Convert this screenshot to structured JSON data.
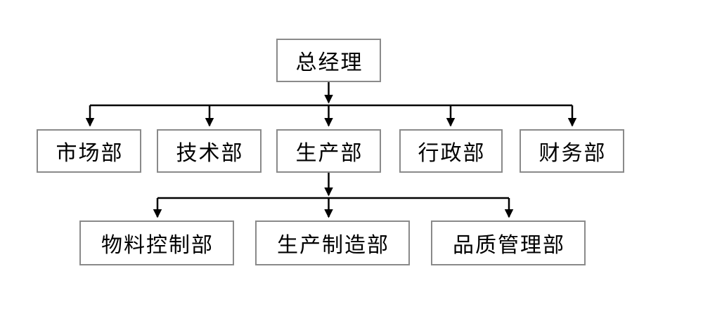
{
  "diagram": {
    "type": "org-chart",
    "colors": {
      "box_border": "#8a8a8a",
      "box_fill": "#ffffff",
      "text": "#000000",
      "line": "#000000",
      "background": "#ffffff"
    },
    "org": {
      "root": {
        "label": "总经理"
      },
      "departments": [
        {
          "label": "市场部",
          "parent": "总经理"
        },
        {
          "label": "技术部",
          "parent": "总经理"
        },
        {
          "label": "生产部",
          "parent": "总经理"
        },
        {
          "label": "行政部",
          "parent": "总经理"
        },
        {
          "label": "财务部",
          "parent": "总经理"
        }
      ],
      "sub_departments": [
        {
          "label": "物料控制部",
          "parent": "生产部"
        },
        {
          "label": "生产制造部",
          "parent": "生产部"
        },
        {
          "label": "品质管理部",
          "parent": "生产部"
        }
      ]
    }
  }
}
